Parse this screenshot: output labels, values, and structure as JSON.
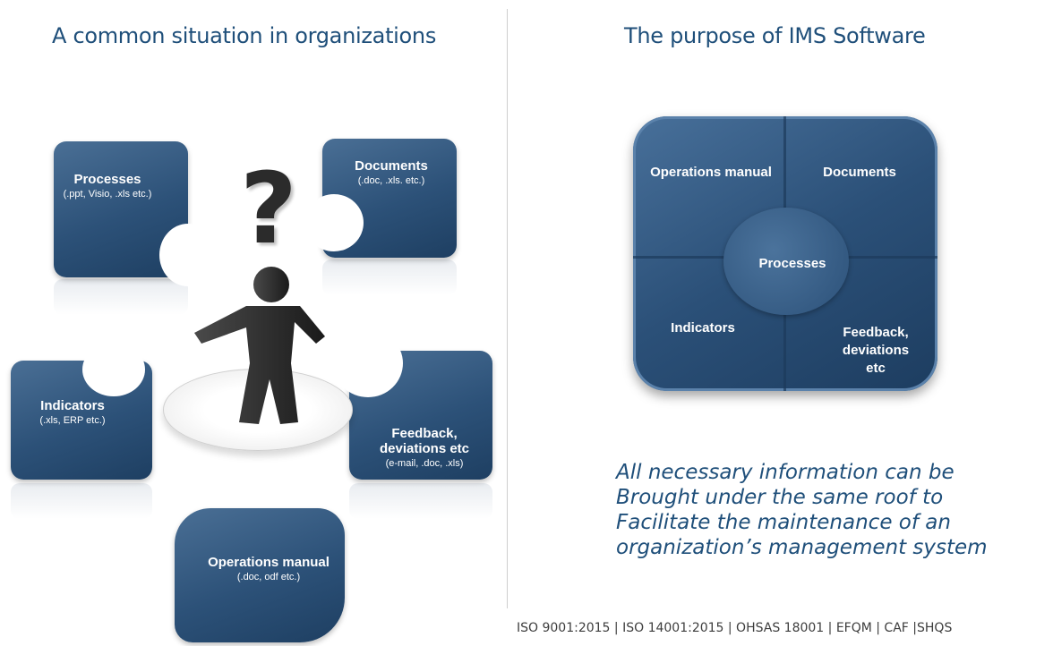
{
  "left": {
    "heading": "A common situation in organizations",
    "tiles": {
      "processes": {
        "title": "Processes",
        "sub": "(.ppt, Visio, .xls etc.)"
      },
      "documents": {
        "title": "Documents",
        "sub": "(.doc, .xls. etc.)"
      },
      "indicators": {
        "title": "Indicators",
        "sub": "(.xls, ERP etc.)"
      },
      "feedback": {
        "title": "Feedback, deviations etc",
        "sub": "(e-mail, .doc, .xls)"
      },
      "operations": {
        "title": "Operations manual",
        "sub": "(.doc, odf etc.)"
      }
    },
    "question_mark": "?"
  },
  "right": {
    "heading": "The purpose of IMS Software",
    "puzzle": {
      "operations": "Operations manual",
      "documents": "Documents",
      "processes": "Processes",
      "indicators": "Indicators",
      "feedback": "Feedback, deviations etc"
    },
    "tagline": [
      "All necessary information can be",
      "Brought under the same roof to",
      "Facilitate the maintenance of an",
      "organization’s management system"
    ]
  },
  "footer": {
    "standards": "ISO 9001:2015 | ISO 14001:2015 | OHSAS 18001 | EFQM | CAF |SHQS"
  },
  "colors": {
    "puzzle_blue": "#2c5178",
    "heading_blue": "#1f4f7a"
  }
}
